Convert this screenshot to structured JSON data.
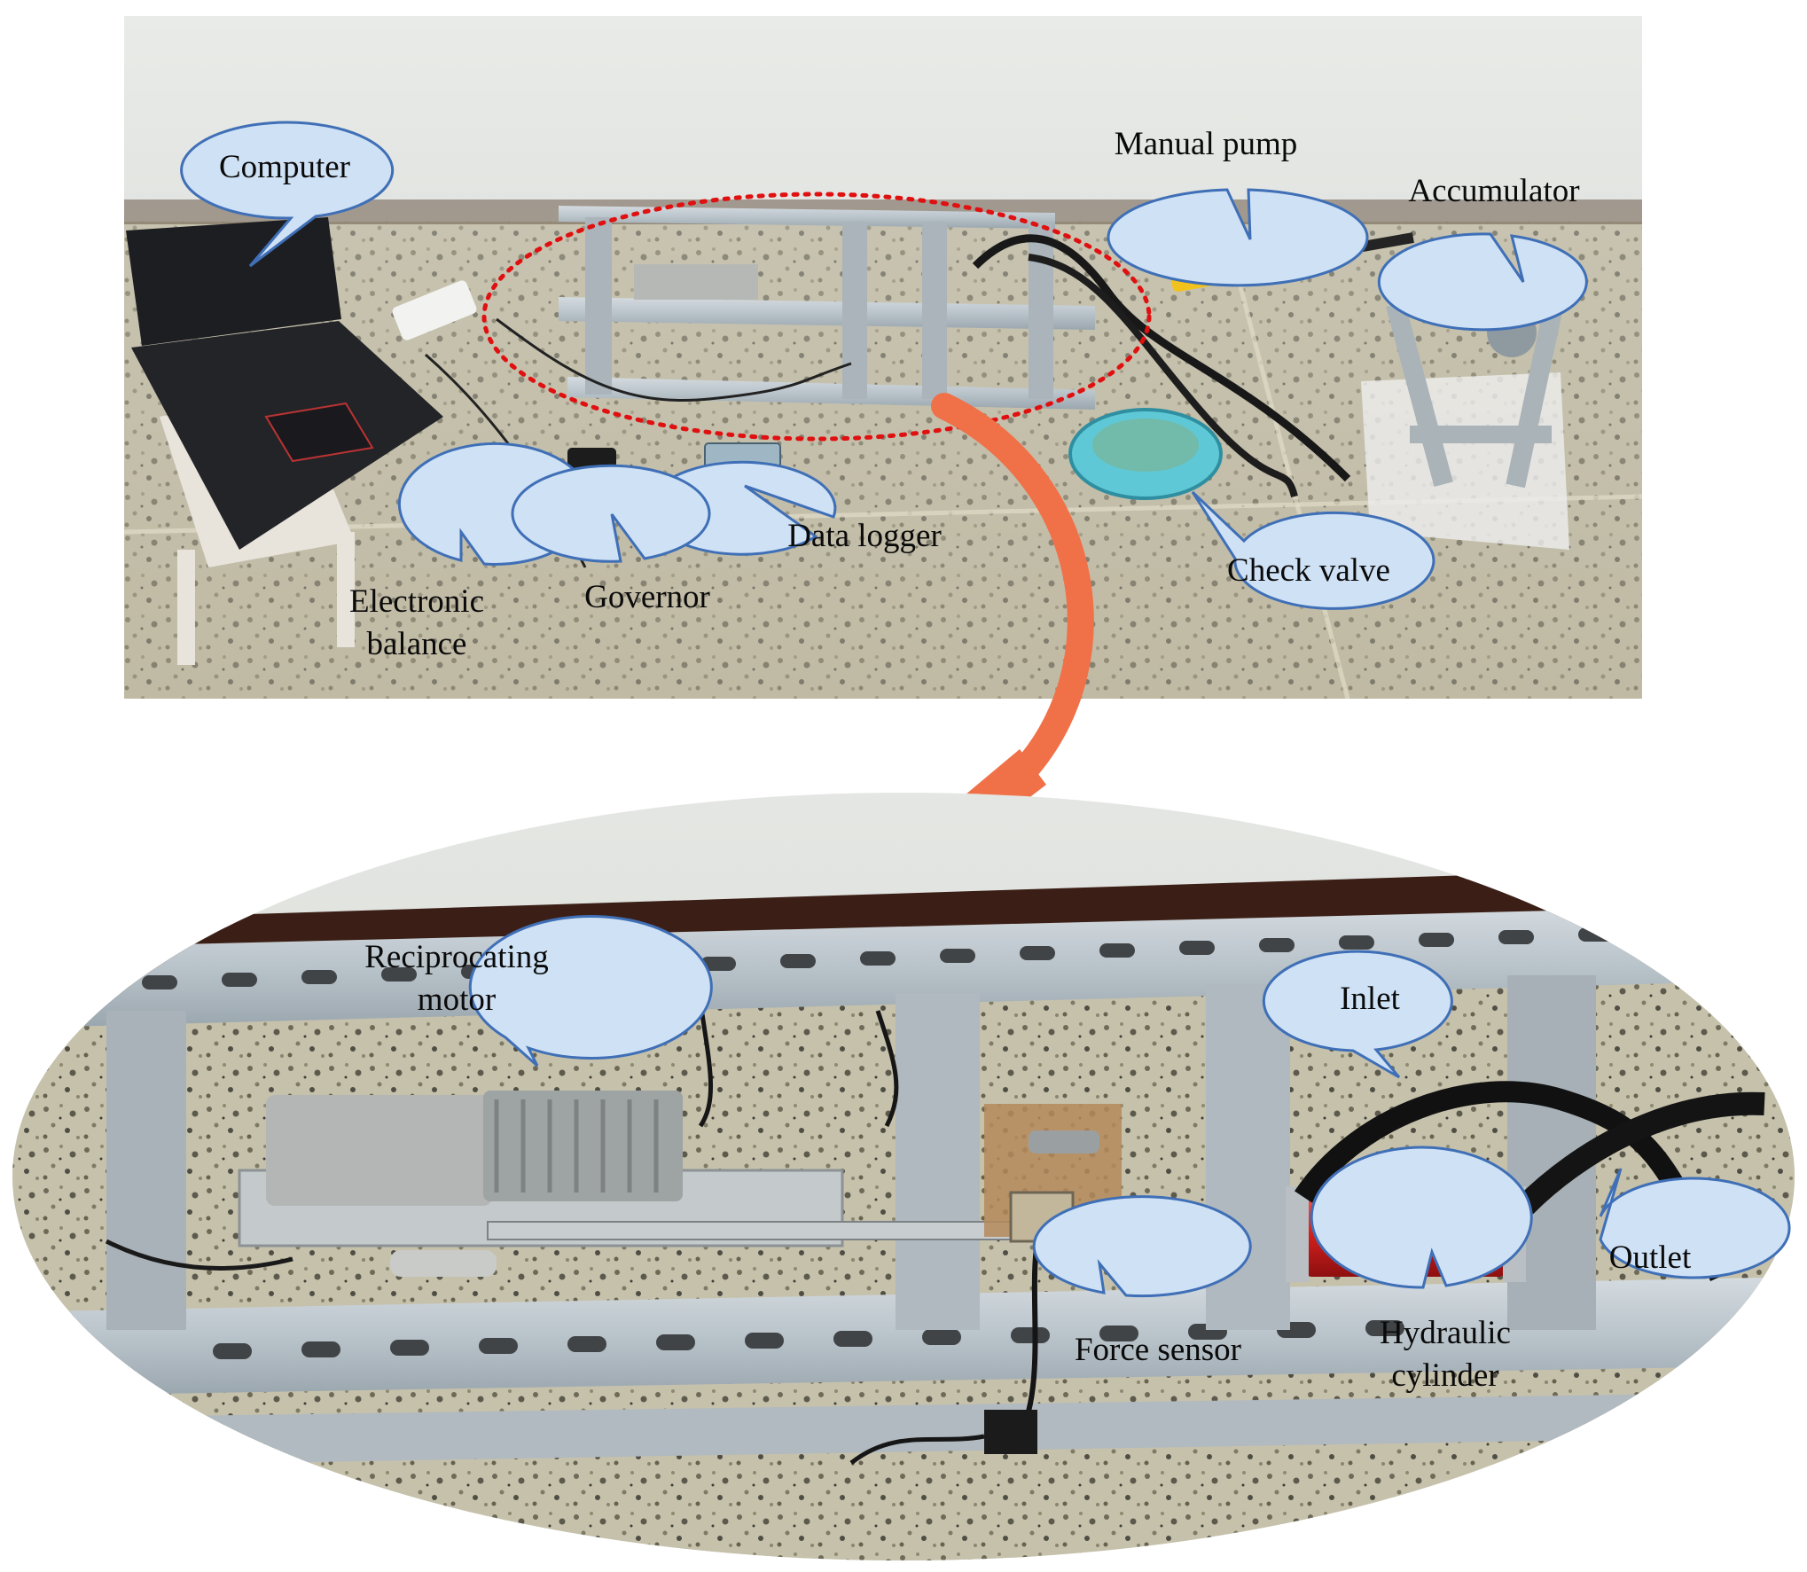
{
  "photo_top": {
    "callouts": {
      "computer": "Computer",
      "manual_pump": "Manual pump",
      "accumulator": "Accumulator",
      "data_logger": "Data logger",
      "check_valve": "Check valve",
      "electronic_balance": "Electronic\nbalance",
      "governor": "Governor"
    }
  },
  "photo_bottom": {
    "callouts": {
      "reciprocating_motor": "Reciprocating\nmotor",
      "inlet": "Inlet",
      "outlet": "Outlet",
      "force_sensor": "Force sensor",
      "hydraulic_cylinder": "Hydraulic\ncylinder"
    }
  },
  "colors": {
    "callout_fill": "#cfe1f5",
    "callout_stroke": "#3f6fb6",
    "highlight_ring": "#e01010",
    "zoom_arrow": "#f07048"
  }
}
